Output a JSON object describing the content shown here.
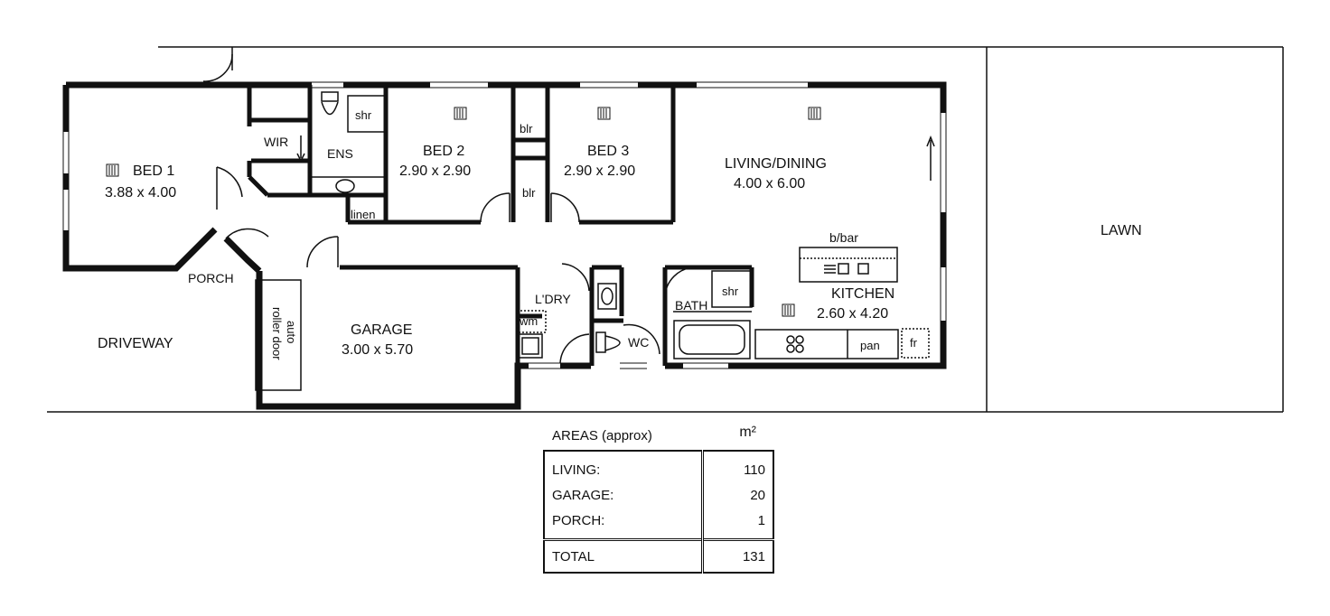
{
  "rooms": {
    "bed1": {
      "name": "BED 1",
      "size": "3.88 x 4.00"
    },
    "bed2": {
      "name": "BED 2",
      "size": "2.90 x 2.90"
    },
    "bed3": {
      "name": "BED 3",
      "size": "2.90 x 2.90"
    },
    "living": {
      "name": "LIVING/DINING",
      "size": "4.00 x 6.00"
    },
    "kitchen": {
      "name": "KITCHEN",
      "size": "2.60 x 4.20"
    },
    "garage": {
      "name": "GARAGE",
      "size": "3.00 x 5.70"
    }
  },
  "labels": {
    "wir": "WIR",
    "ens": "ENS",
    "shr": "shr",
    "linen": "linen",
    "blr": "blr",
    "bath": "BATH",
    "bath_shr": "shr",
    "ldry": "L'DRY",
    "wm": "wm",
    "wc": "WC",
    "bbar": "b/bar",
    "pan": "pan",
    "fr": "fr",
    "porch": "PORCH",
    "driveway": "DRIVEWAY",
    "lawn": "LAWN",
    "door_line1": "auto",
    "door_line2": "roller door"
  },
  "areas": {
    "title": "AREAS (approx)",
    "unit": "m²",
    "rows": [
      {
        "label": "LIVING:",
        "value": "110"
      },
      {
        "label": "GARAGE:",
        "value": "20"
      },
      {
        "label": "PORCH:",
        "value": "1"
      }
    ],
    "total": {
      "label": "TOTAL",
      "value": "131"
    }
  }
}
